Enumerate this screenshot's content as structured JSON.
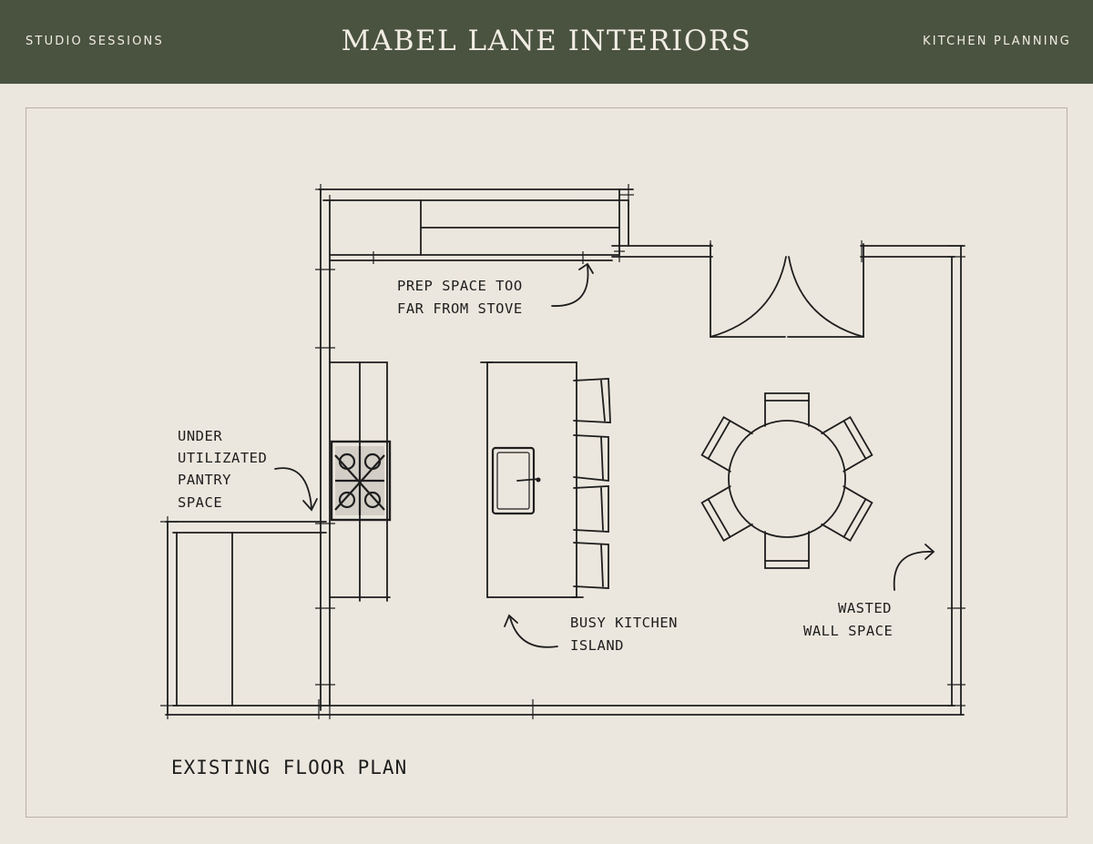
{
  "header": {
    "left_label": "STUDIO SESSIONS",
    "brand": "MABEL LANE INTERIORS",
    "right_label": "KITCHEN PLANNING"
  },
  "plan": {
    "caption": "EXISTING FLOOR PLAN",
    "notes": {
      "prep": [
        "PREP SPACE TOO",
        "FAR FROM STOVE"
      ],
      "pantry": [
        "UNDER",
        "UTILIZATED",
        "PANTRY",
        "SPACE"
      ],
      "island": [
        "BUSY KITCHEN",
        "ISLAND"
      ],
      "wall": [
        "WASTED",
        "WALL SPACE"
      ]
    }
  },
  "colors": {
    "header_bg": "#4a5240",
    "paper": "#ece7de",
    "ink": "#1e1e1e"
  }
}
